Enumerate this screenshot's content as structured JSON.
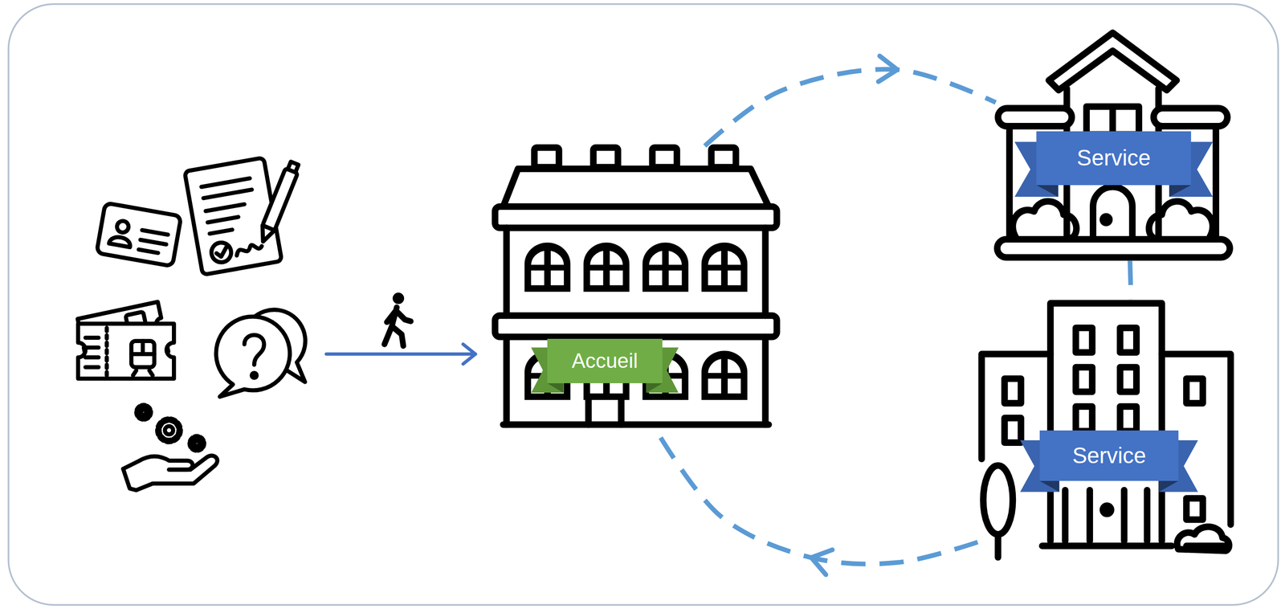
{
  "diagram": {
    "nodes": [
      {
        "text": [
          "Accueil"
        ]
      },
      {
        "text": [
          "Service"
        ]
      },
      {
        "text": [
          "Service"
        ]
      }
    ],
    "edges": [
      {
        "from": 0,
        "to": 1,
        "arrow": "to"
      },
      {
        "from": 1,
        "to": 2,
        "arrow": "none"
      },
      {
        "from": 2,
        "to": 0,
        "arrow": "to"
      }
    ]
  }
}
